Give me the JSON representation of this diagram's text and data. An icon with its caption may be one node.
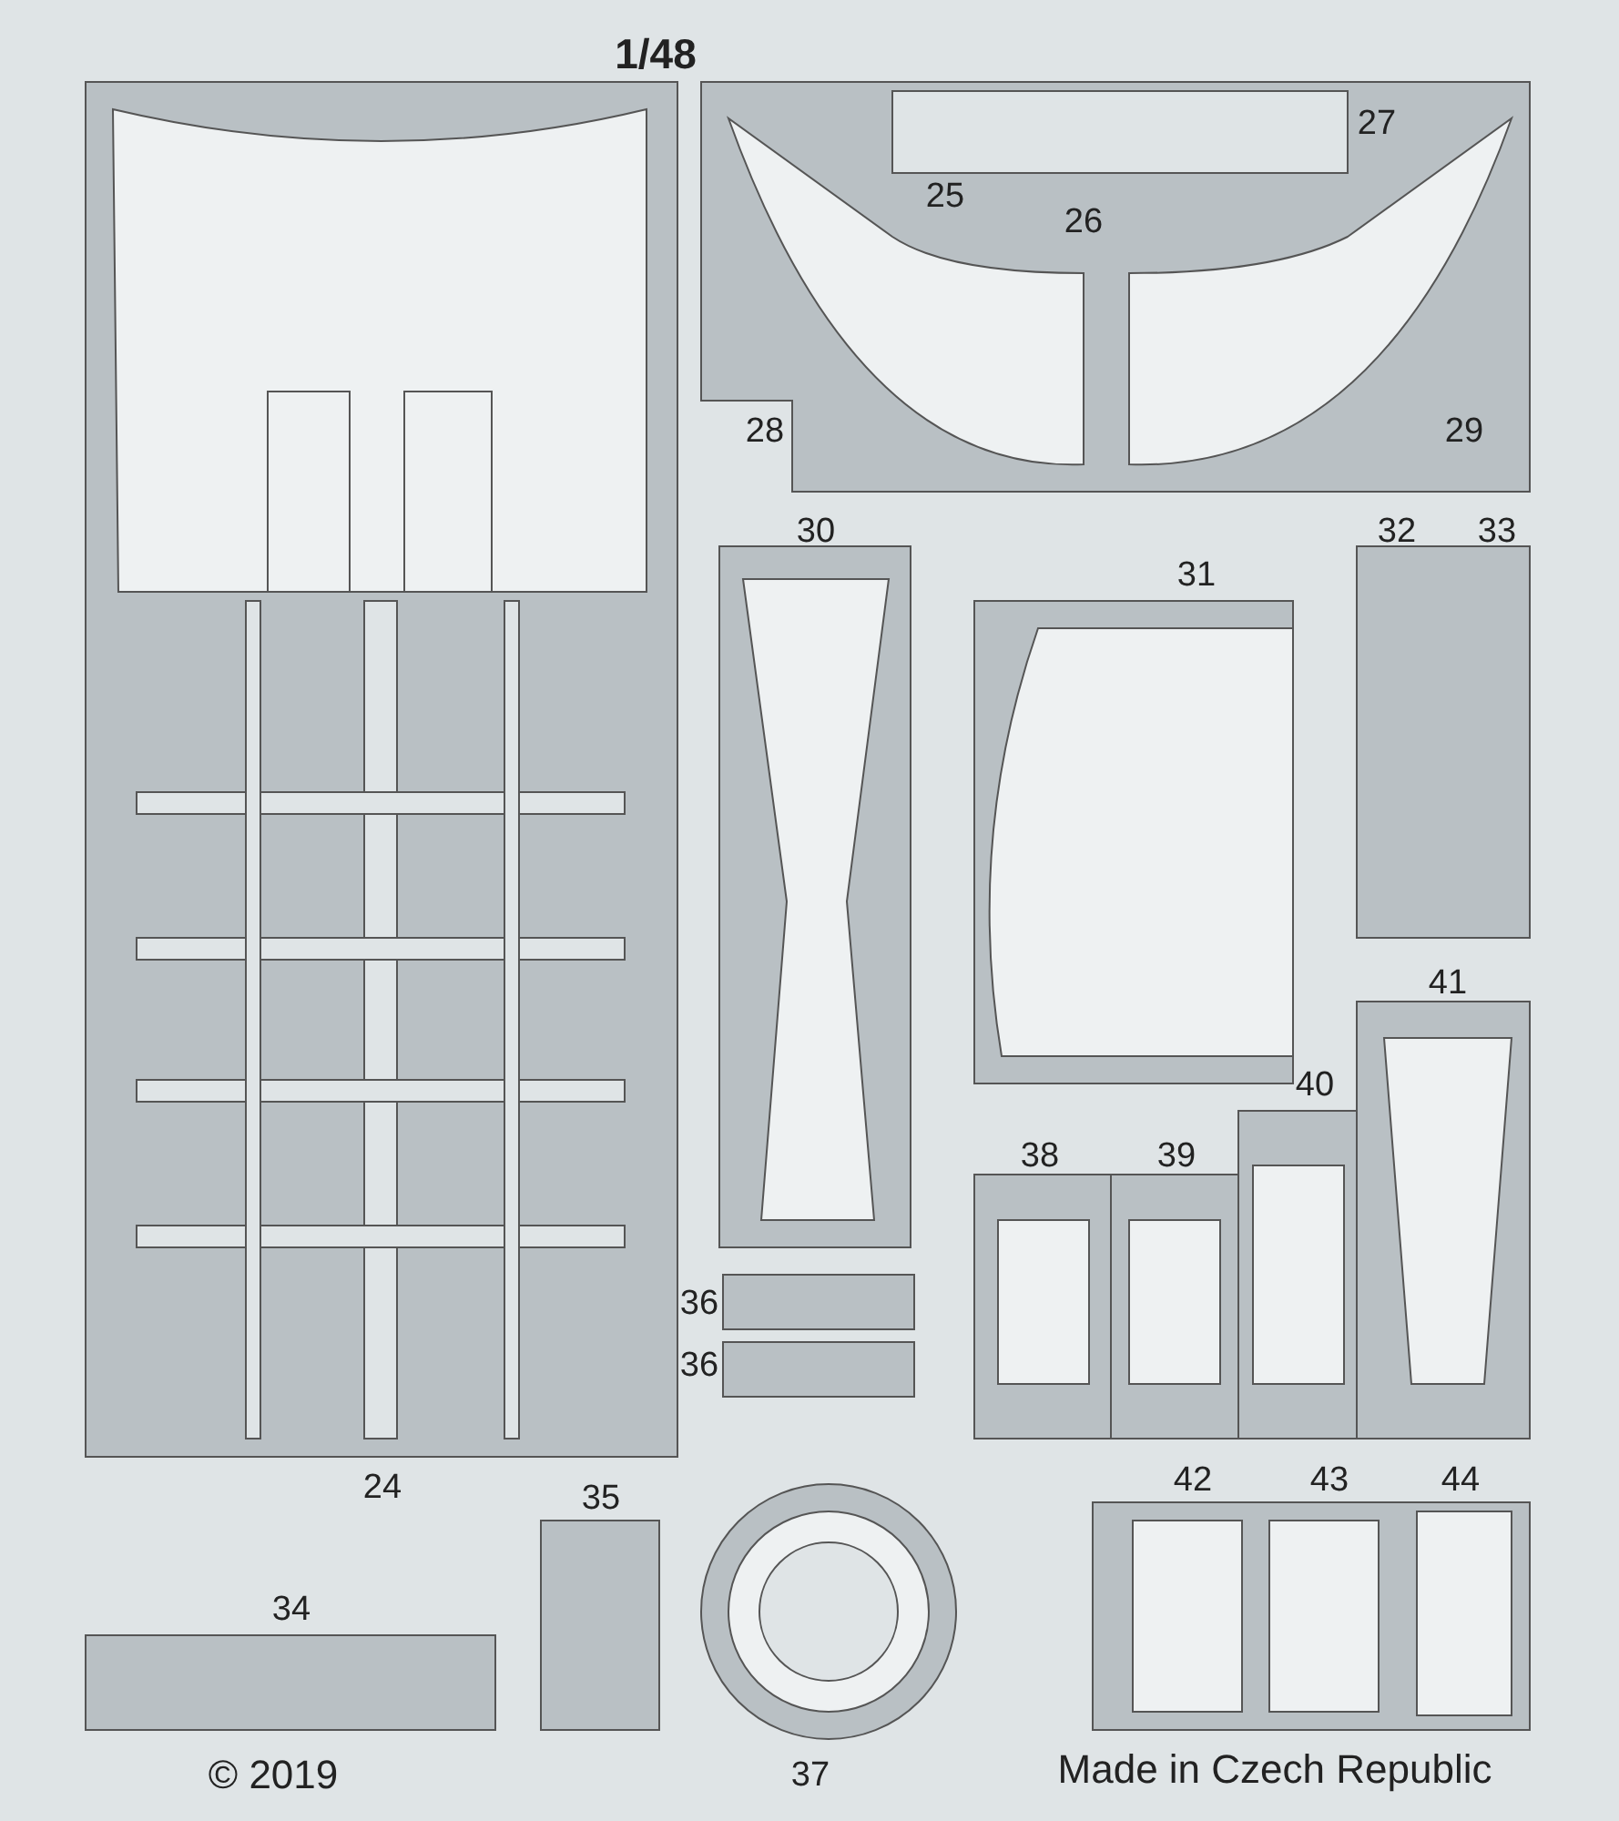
{
  "diagram": {
    "labels": [
      "1/48",
      "27",
      "25",
      "26",
      "28",
      "29",
      "30",
      "32",
      "33",
      "31",
      "41",
      "40",
      "38",
      "39",
      "36",
      "36",
      "24",
      "42",
      "43",
      "44",
      "35",
      "34",
      "© 2019",
      "37",
      "Made in Czech Republic"
    ]
  }
}
